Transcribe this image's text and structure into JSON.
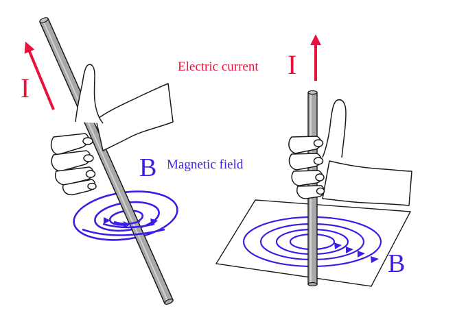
{
  "colors": {
    "current": "#e8123c",
    "field": "#3a1ee6",
    "outline": "#1a1a1a",
    "rod_fill": "#a8a8a8",
    "rod_highlight": "#d2d2d2",
    "paper": "#ffffff"
  },
  "left_panel": {
    "current_symbol": "I",
    "field_symbol": "B",
    "field_label": "Magnetic field"
  },
  "right_panel": {
    "current_label": "Electric current",
    "current_symbol": "I",
    "field_symbol": "B"
  }
}
